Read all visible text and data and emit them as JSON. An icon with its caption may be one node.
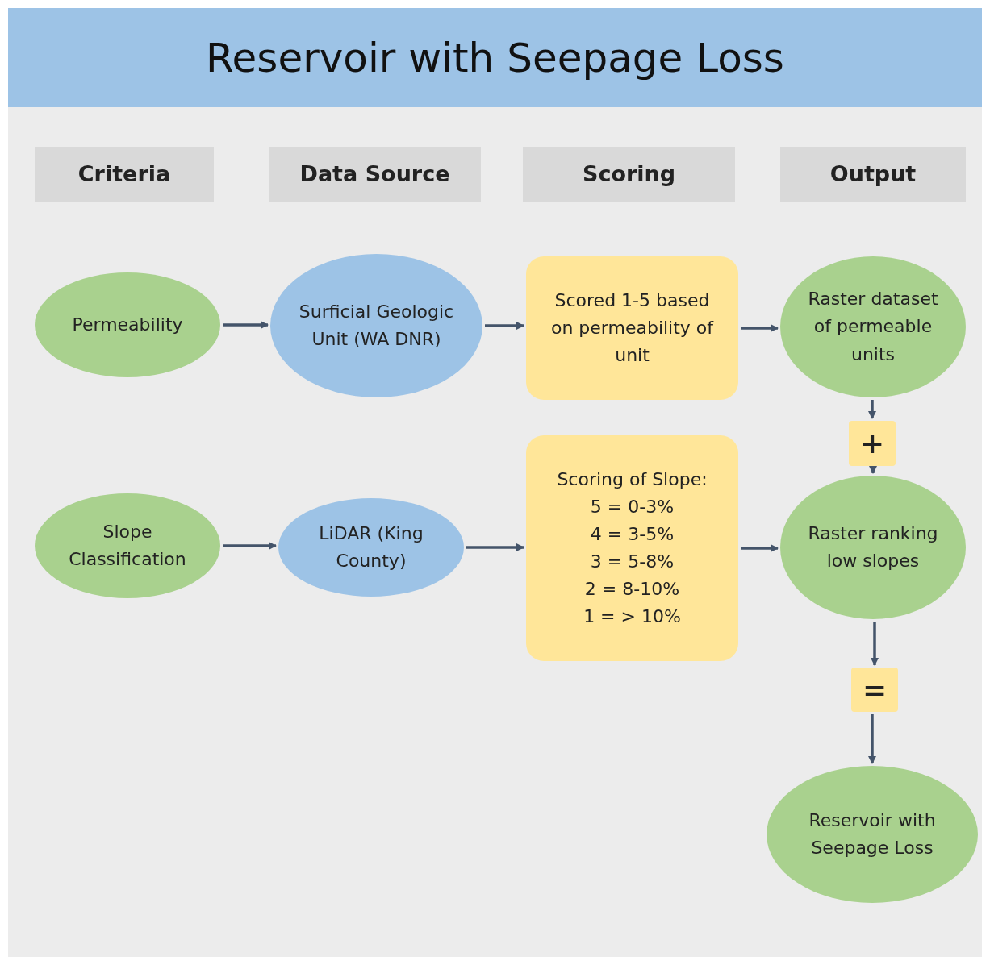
{
  "diagram": {
    "title": "Reservoir with Seepage Loss",
    "nodes": [
      {
        "text": [
          "Criteria"
        ]
      },
      {
        "text": [
          "Data Source"
        ]
      },
      {
        "text": [
          "Scoring"
        ]
      },
      {
        "text": [
          "Output"
        ]
      },
      {
        "text": [
          "Permeability"
        ]
      },
      {
        "text": [
          "Surficial Geologic Unit (WA DNR)"
        ]
      },
      {
        "text": [
          "Scored 1-5 based on permeability of unit"
        ]
      },
      {
        "text": [
          "Raster dataset of permeable units"
        ]
      },
      {
        "text": [
          "+"
        ]
      },
      {
        "text": [
          "Slope Classification"
        ]
      },
      {
        "text": [
          "LiDAR (King County)"
        ]
      },
      {
        "text": [
          "Scoring of Slope:",
          "5 = 0-3%",
          "4 = 3-5%",
          "3 = 5-8%",
          "2 = 8-10%",
          "1 = > 10%"
        ]
      },
      {
        "text": [
          "Raster ranking low slopes"
        ]
      },
      {
        "text": [
          "="
        ]
      },
      {
        "text": [
          "Reservoir with Seepage Loss"
        ]
      }
    ],
    "edges": [
      {
        "from": 4,
        "to": 5,
        "arrow": "to"
      },
      {
        "from": 5,
        "to": 6,
        "arrow": "to"
      },
      {
        "from": 6,
        "to": 7,
        "arrow": "to"
      },
      {
        "from": 7,
        "to": 8,
        "arrow": "to"
      },
      {
        "from": 8,
        "to": 12,
        "arrow": "to"
      },
      {
        "from": 9,
        "to": 10,
        "arrow": "to"
      },
      {
        "from": 10,
        "to": 11,
        "arrow": "to"
      },
      {
        "from": 11,
        "to": 12,
        "arrow": "to"
      },
      {
        "from": 12,
        "to": 13,
        "arrow": "to"
      },
      {
        "from": 13,
        "to": 14,
        "arrow": "to"
      }
    ]
  }
}
